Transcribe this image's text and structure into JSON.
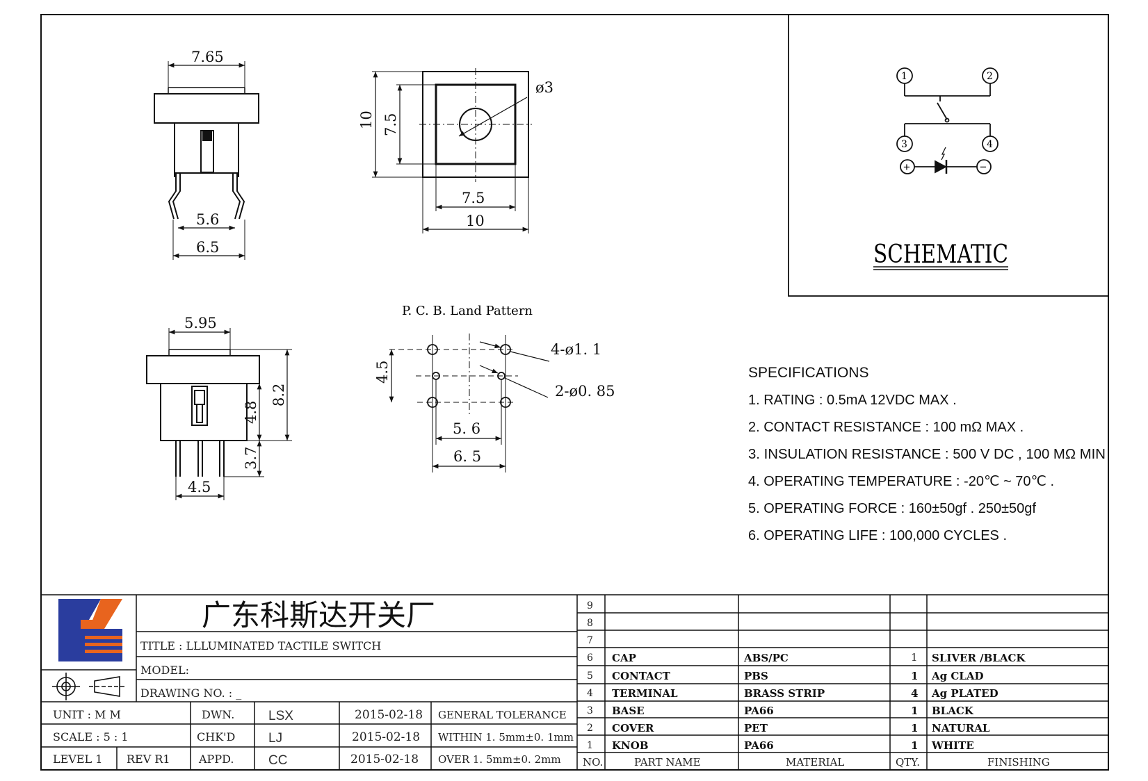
{
  "dimensions": {
    "side_top_width": "7.65",
    "side_pin_inner": "5.6",
    "side_pin_outer": "6.5",
    "top_height": "10",
    "top_inner_height": "7.5",
    "top_hole": "ø3",
    "top_inner_width": "7.5",
    "top_width": "10",
    "front_top_width": "5.95",
    "front_height_total": "8.2",
    "front_height_body": "4.8",
    "front_pin_length": "3.7",
    "front_pin_span": "4.5",
    "pcb_title": "P. C. B. Land Pattern",
    "pcb_height": "4.5",
    "pcb_hole_large": "4-ø1. 1",
    "pcb_hole_small": "2-ø0. 85",
    "pcb_inner_width": "5. 6",
    "pcb_outer_width": "6. 5"
  },
  "schematic": {
    "label": "SCHEMATIC",
    "pins": [
      "1",
      "2",
      "3",
      "4"
    ],
    "plus": "+",
    "minus": "−"
  },
  "specifications": {
    "title": "SPECIFICATIONS",
    "items": [
      "1. RATING : 0.5mA 12VDC MAX .",
      "2. CONTACT RESISTANCE : 100 mΩ MAX .",
      "3. INSULATION RESISTANCE : 500 V DC , 100 MΩ MIN",
      "4. OPERATING TEMPERATURE : -20℃ ~ 70℃ .",
      "5. OPERATING FORCE : 160±50gf . 250±50gf",
      "6. OPERATING LIFE : 100,000 CYCLES ."
    ]
  },
  "title_block": {
    "company": "广东科斯达开关厂",
    "title": "TITLE :   LLLUMINATED TACTILE SWITCH",
    "model": "MODEL:",
    "drawing_no": "DRAWING NO.  : _",
    "unit_label": "UNIT    :    M M",
    "scale_label": "SCALE   :   5 : 1",
    "level_label": "LEVEL 1",
    "rev_label": "REV   R1",
    "dwn": "DWN.",
    "chkd": "CHK'D",
    "appd": "APPD.",
    "dwn_name": "LSX",
    "chkd_name": "LJ",
    "appd_name": "CC",
    "dwn_date": "2015-02-18",
    "chkd_date": "2015-02-18",
    "appd_date": "2015-02-18",
    "tol_general": "GENERAL TOLERANCE",
    "tol_within": "WITHIN 1. 5mm±0. 1mm",
    "tol_over": "OVER    1. 5mm±0. 2mm",
    "brand_colors": {
      "blue": "#2a3d9e",
      "orange": "#e8641e"
    }
  },
  "bom": {
    "headers": {
      "no": "NO.",
      "part": "PART   NAME",
      "material": "MATERIAL",
      "qty": "QTY.",
      "finishing": "FINISHING"
    },
    "empty_rows": [
      "9",
      "8",
      "7"
    ],
    "rows": [
      {
        "no": "6",
        "part": "CAP",
        "material": "ABS/PC",
        "qty": "1",
        "finishing": "SLIVER /BLACK"
      },
      {
        "no": "5",
        "part": "CONTACT",
        "material": "PBS",
        "qty": "1",
        "finishing": "Ag CLAD"
      },
      {
        "no": "4",
        "part": "TERMINAL",
        "material": "BRASS STRIP",
        "qty": "4",
        "finishing": "Ag PLATED"
      },
      {
        "no": "3",
        "part": "BASE",
        "material": "PA66",
        "qty": "1",
        "finishing": "BLACK"
      },
      {
        "no": "2",
        "part": "COVER",
        "material": "PET",
        "qty": "1",
        "finishing": "NATURAL"
      },
      {
        "no": "1",
        "part": "KNOB",
        "material": "PA66",
        "qty": "1",
        "finishing": "WHITE"
      }
    ]
  }
}
